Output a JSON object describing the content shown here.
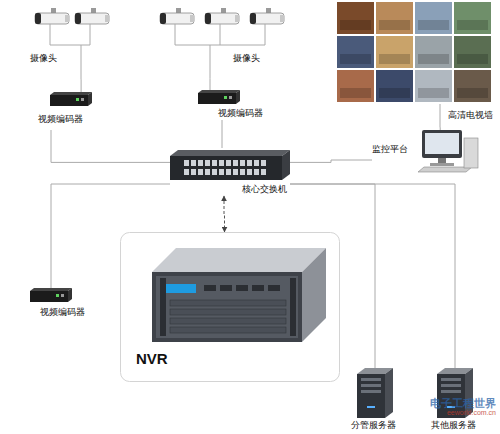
{
  "diagram": {
    "nodes": [
      {
        "text": [
          "摄像头"
        ]
      },
      {
        "text": [
          "摄像头"
        ]
      },
      {
        "text": [
          "高清电视墙"
        ]
      },
      {
        "text": [
          "视频编码器"
        ]
      },
      {
        "text": [
          "视频编码器"
        ]
      },
      {
        "text": [
          "核心交换机"
        ]
      },
      {
        "text": [
          "监控平台"
        ]
      },
      {
        "text": [
          "NVR"
        ]
      },
      {
        "text": [
          "视频编码器"
        ]
      },
      {
        "text": [
          "分管服务器"
        ]
      },
      {
        "text": [
          "其他服务器"
        ]
      }
    ],
    "edges": [
      {
        "from": 0,
        "to": 3,
        "arrow": "none"
      },
      {
        "from": 1,
        "to": 4,
        "arrow": "none"
      },
      {
        "from": 3,
        "to": 5,
        "arrow": "none"
      },
      {
        "from": 4,
        "to": 5,
        "arrow": "none"
      },
      {
        "from": 5,
        "to": 7,
        "arrow": "both"
      },
      {
        "from": 5,
        "to": 6,
        "arrow": "none"
      },
      {
        "from": 6,
        "to": 2,
        "arrow": "none"
      },
      {
        "from": 8,
        "to": 5,
        "arrow": "none"
      },
      {
        "from": 5,
        "to": 9,
        "arrow": "none"
      },
      {
        "from": 5,
        "to": 10,
        "arrow": "none"
      }
    ],
    "labels": [
      "电子工程世界",
      "eeworld.com.cn"
    ]
  }
}
